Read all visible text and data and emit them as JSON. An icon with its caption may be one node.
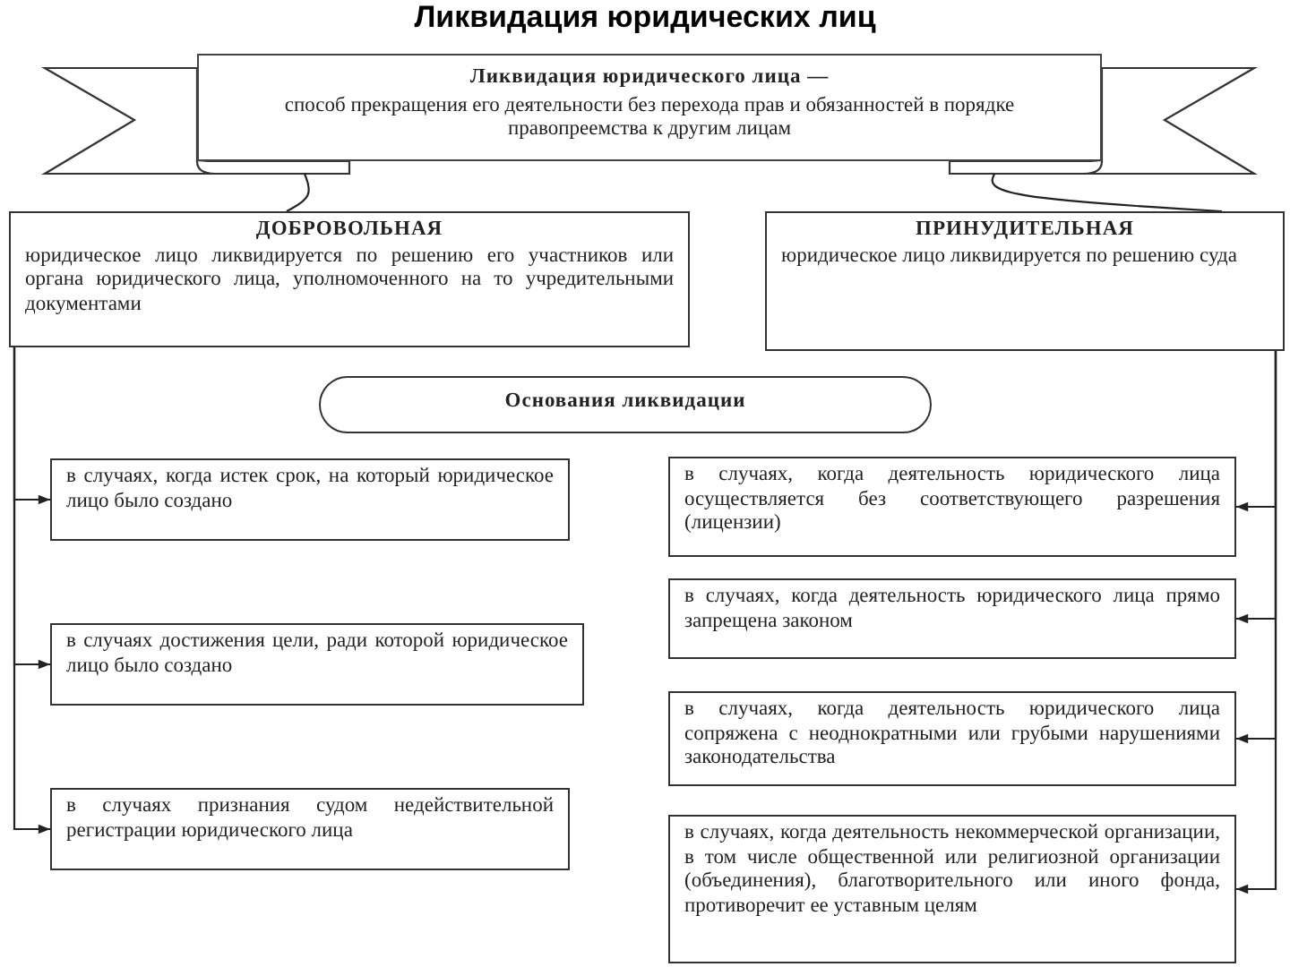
{
  "diagram": {
    "title": "Ликвидация юридических лиц",
    "nodes": [
      {
        "text": [
          "Ликвидация юридического лица —",
          "способ прекращения его деятельности без перехода прав и обязанностей в порядке правопреемства к другим лицам"
        ]
      },
      {
        "text": [
          "ДОБРОВОЛЬНАЯ",
          "юридическое лицо ликвидируется по решению его участников или органа юридического лица, уполномоченного на то учредительными документами"
        ]
      },
      {
        "text": [
          "ПРИНУДИТЕЛЬНАЯ",
          "юридическое лицо ликвидируется по решению суда"
        ]
      },
      {
        "text": [
          "Основания ликвидации"
        ]
      },
      {
        "text": [
          "в случаях, когда истек срок, на который юридическое лицо было создано"
        ]
      },
      {
        "text": [
          "в случаях достижения цели, ради которой юридическое лицо было создано"
        ]
      },
      {
        "text": [
          "в случаях признания судом недействительной регистрации юридического лица"
        ]
      },
      {
        "text": [
          "в случаях, когда деятельность юридического лица осуществляется без соответствующего разрешения (лицензии)"
        ]
      },
      {
        "text": [
          "в случаях, когда деятельность юридического лица прямо запрещена законом"
        ]
      },
      {
        "text": [
          "в случаях, когда деятельность юридического лица сопряжена с неоднократными или грубыми нарушениями законодательства"
        ]
      },
      {
        "text": [
          "в случаях, когда деятельность некоммерческой организации, в том числе общественной или религиозной организации (объединения), благотворительного или иного фонда, противоречит ее уставным целям"
        ]
      }
    ],
    "edges": [
      {
        "from": 0,
        "to": 1,
        "arrow": "none"
      },
      {
        "from": 0,
        "to": 2,
        "arrow": "none"
      },
      {
        "from": 1,
        "to": 4,
        "arrow": "to"
      },
      {
        "from": 1,
        "to": 5,
        "arrow": "to"
      },
      {
        "from": 1,
        "to": 6,
        "arrow": "to"
      },
      {
        "from": 2,
        "to": 7,
        "arrow": "to"
      },
      {
        "from": 2,
        "to": 8,
        "arrow": "to"
      },
      {
        "from": 2,
        "to": 9,
        "arrow": "to"
      },
      {
        "from": 2,
        "to": 10,
        "arrow": "to"
      }
    ]
  }
}
